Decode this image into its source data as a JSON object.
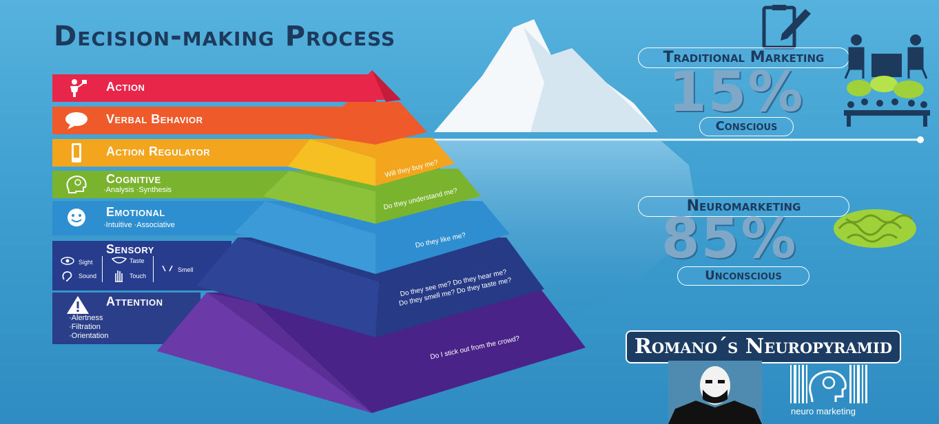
{
  "title": "Decision-making Process",
  "levels": [
    {
      "label": "Action",
      "color": "#e8264a",
      "icon": "woman-shopping-icon"
    },
    {
      "label": "Verbal Behavior",
      "color": "#ef5a2a",
      "icon": "speech-bubble-icon"
    },
    {
      "label": "Action Regulator",
      "color": "#f2a51d",
      "icon": "phone-icon",
      "question": "Will they buy me?"
    },
    {
      "label": "Cognitive",
      "sub": "·Analysis ·Synthesis",
      "color": "#7ab42f",
      "icon": "brain-head-icon",
      "question": "Do they understand me?"
    },
    {
      "label": "Emotional",
      "sub": "·Intuitive ·Associative",
      "color": "#2d8ed0",
      "icon": "smiley-icon",
      "question": "Do they like me?"
    },
    {
      "label": "Sensory",
      "color": "#283c8e",
      "icon": "senses-icon",
      "question": "Do they see me? Do they hear me? Do they smell me? Do they taste me?",
      "senses": {
        "sight": "Sight",
        "taste": "Taste",
        "sound": "Sound",
        "touch": "Touch",
        "smell": "Smell"
      }
    },
    {
      "label": "Attention",
      "sub_items": [
        "·Alertness",
        "·Filtration",
        "·Orientation"
      ],
      "color": "#4f2a8c",
      "icon": "warning-icon",
      "question": "Do I stick out from the crowd?"
    }
  ],
  "traditional": {
    "label": "Traditional Marketing",
    "percent": "15%",
    "state": "Conscious"
  },
  "neuro": {
    "label": "Neuromarketing",
    "percent": "85%",
    "state": "Unconscious"
  },
  "brand": {
    "title": "Romano´s Neuropyramid",
    "logo_text": "neuro marketing"
  }
}
